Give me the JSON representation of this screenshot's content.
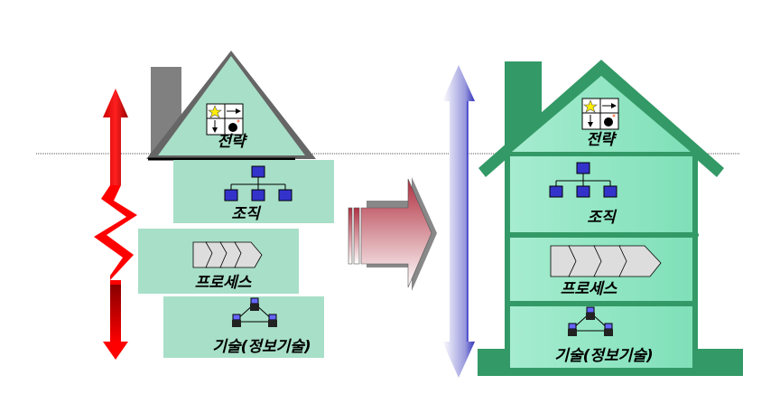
{
  "before": {
    "layers": [
      {
        "key": "strategy",
        "label": "전략",
        "icon": "strategy-grid-icon"
      },
      {
        "key": "organization",
        "label": "조직",
        "icon": "org-chart-icon"
      },
      {
        "key": "process",
        "label": "프로세스",
        "icon": "process-chevrons-icon"
      },
      {
        "key": "technology",
        "label": "기술(정보기술)",
        "icon": "network-computers-icon"
      }
    ],
    "arrow": {
      "icon": "broken-double-arrow-icon",
      "color": "#ff0000"
    },
    "fill_color": "#a8dfc8",
    "roof_color": "#666666"
  },
  "transition": {
    "icon": "right-arrow-icon"
  },
  "after": {
    "layers": [
      {
        "key": "strategy",
        "label": "전략",
        "icon": "strategy-grid-icon"
      },
      {
        "key": "organization",
        "label": "조직",
        "icon": "org-chart-icon"
      },
      {
        "key": "process",
        "label": "프로세스",
        "icon": "process-chevrons-icon"
      },
      {
        "key": "technology",
        "label": "기술(정보기술)",
        "icon": "network-computers-icon"
      }
    ],
    "arrow": {
      "icon": "double-arrow-icon",
      "color": "#3333cc"
    },
    "fill_color": "#8fe6c4",
    "frame_color": "#339966"
  }
}
